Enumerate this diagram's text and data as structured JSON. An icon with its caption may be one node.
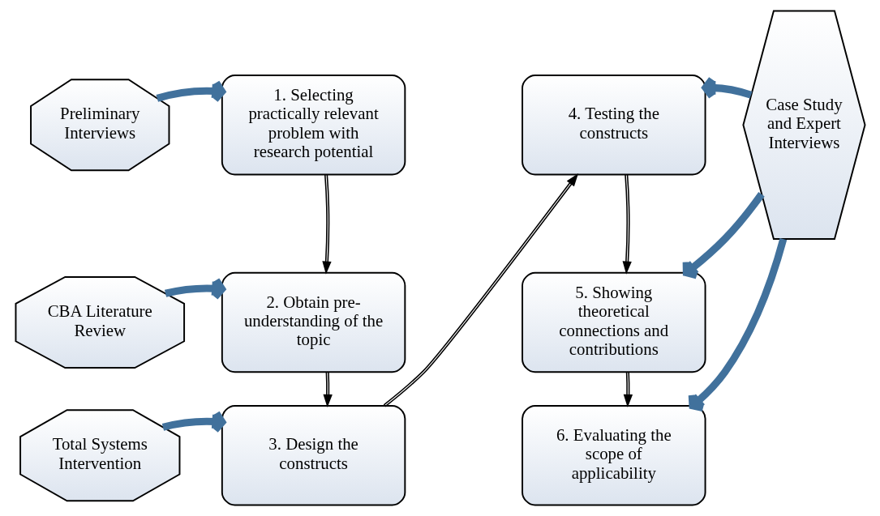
{
  "diagram": {
    "nodes": [
      {
        "text": [
          "Preliminary Interviews"
        ]
      },
      {
        "text": [
          "1. Selecting practically relevant problem with research potential"
        ]
      },
      {
        "text": [
          "CBA Literature Review"
        ]
      },
      {
        "text": [
          "2. Obtain pre-understanding of the topic"
        ]
      },
      {
        "text": [
          "Total Systems Intervention"
        ]
      },
      {
        "text": [
          "3. Design the constructs"
        ]
      },
      {
        "text": [
          "4. Testing the constructs"
        ]
      },
      {
        "text": [
          "5. Showing theoretical connections and contributions"
        ]
      },
      {
        "text": [
          "6. Evaluating the scope of applicability"
        ]
      },
      {
        "text": [
          "Case Study and Expert Interviews"
        ]
      }
    ],
    "edges": [
      {
        "from": 0,
        "to": 1,
        "arrow": "to"
      },
      {
        "from": 2,
        "to": 3,
        "arrow": "to"
      },
      {
        "from": 4,
        "to": 5,
        "arrow": "to"
      },
      {
        "from": 1,
        "to": 3,
        "arrow": "to",
        "color": "#000000"
      },
      {
        "from": 3,
        "to": 5,
        "arrow": "to",
        "color": "#000000"
      },
      {
        "from": 5,
        "to": 6,
        "arrow": "to",
        "color": "#000000"
      },
      {
        "from": 6,
        "to": 7,
        "arrow": "to",
        "color": "#000000"
      },
      {
        "from": 7,
        "to": 8,
        "arrow": "to",
        "color": "#000000"
      },
      {
        "from": 9,
        "to": 6,
        "arrow": "to"
      },
      {
        "from": 9,
        "to": 7,
        "arrow": "to"
      },
      {
        "from": 9,
        "to": 8,
        "arrow": "to"
      }
    ]
  }
}
